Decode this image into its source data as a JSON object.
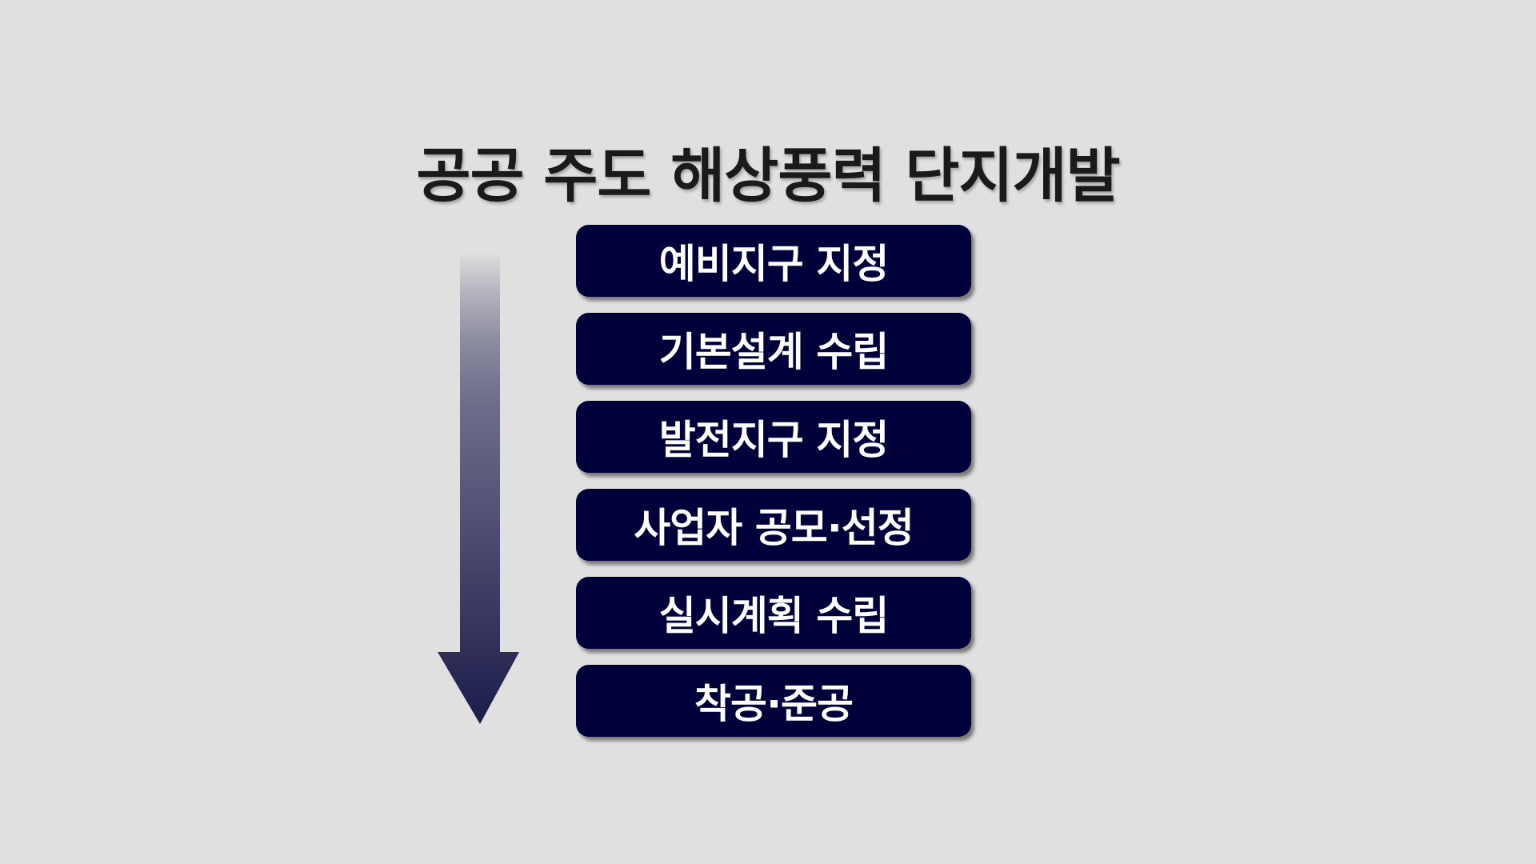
{
  "title": "공공 주도 해상풍력 단지개발",
  "steps": [
    {
      "label": "예비지구 지정"
    },
    {
      "label": "기본설계 수립"
    },
    {
      "label": "발전지구 지정"
    },
    {
      "label": "사업자 공모·선정"
    },
    {
      "label": "실시계획 수립"
    },
    {
      "label": "착공·준공"
    }
  ],
  "colors": {
    "box": "#00003a",
    "background": "#e0e0e0",
    "arrow": "#1c1c4a"
  }
}
